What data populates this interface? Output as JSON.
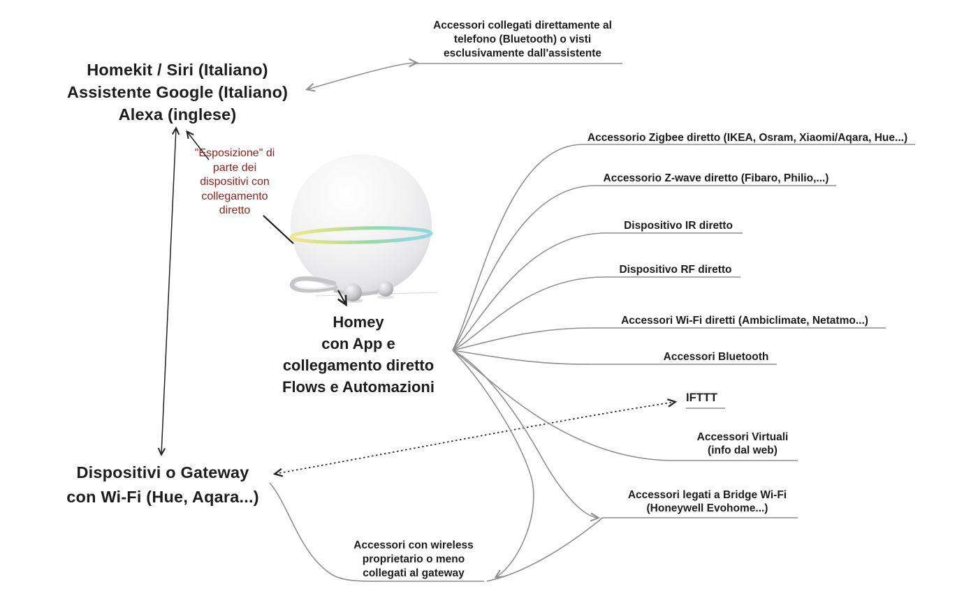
{
  "colors": {
    "line_gray": "#8f8f8f",
    "arrow_black": "#222222",
    "note_red": "#8e221c",
    "ring_yellow": "#f0e78c",
    "ring_green": "#9bd9a4",
    "ring_cyan": "#93d8de"
  },
  "assistants": {
    "lines": [
      "Homekit / Siri (Italiano)",
      "Assistente Google (Italiano)",
      "Alexa (inglese)"
    ]
  },
  "phone_accessories": {
    "lines": [
      "Accessori collegati direttamente al",
      "telefono (Bluetooth) o visti",
      "esclusivamente dall'assistente"
    ]
  },
  "exposure_note": {
    "lines": [
      "\"Esposizione\" di",
      "parte dei",
      "dispositivi con",
      "collegamento",
      "diretto"
    ]
  },
  "hub": {
    "lines": [
      "Homey",
      "con App e",
      "collegamento diretto",
      "Flows e Automazioni"
    ]
  },
  "right_items": [
    {
      "label": "Accessorio Zigbee diretto (IKEA, Osram, Xiaomi/Aqara, Hue...)"
    },
    {
      "label": "Accessorio Z-wave diretto (Fibaro, Philio,...)"
    },
    {
      "label": "Dispositivo IR diretto"
    },
    {
      "label": "Dispositivo RF diretto"
    },
    {
      "label": "Accessori Wi-Fi diretti (Ambiclimate, Netatmo...)"
    },
    {
      "label": "Accessori Bluetooth"
    },
    {
      "label": "IFTTT"
    },
    {
      "lines": [
        "Accessori Virtuali",
        "(info dal web)"
      ]
    },
    {
      "lines": [
        "Accessori legati a Bridge Wi-Fi",
        "(Honeywell Evohome...)"
      ]
    }
  ],
  "gateway": {
    "lines": [
      "Dispositivi o Gateway",
      "con Wi-Fi (Hue, Aqara...)"
    ]
  },
  "gateway_accessories": {
    "lines": [
      "Accessori con wireless",
      "proprietario o meno",
      "collegati al gateway"
    ]
  }
}
